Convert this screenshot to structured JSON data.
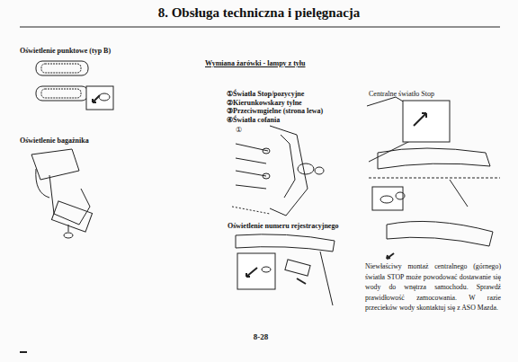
{
  "diagram": {
    "title": "8. Obsługa techniczna i pielęgnacja",
    "labels": [
      "Wymiana żarówki - lampy z tyłu",
      "Oświetlenie punktowe (typ B)",
      "Oświetlenie bagażnika",
      "①Światła Stop/pozycyjne",
      "②Kierunkowskazy tylne",
      "③Przeciwmgielne (strona lewa)",
      "④Światła cofania",
      "Centralne światło Stop",
      "Oświetlenie numeru rejestracyjnego",
      "Niewłaściwy montaż centralnego (górnego) światła STOP może powodować dostawanie się wody do wnętrza samochodu. Sprawdź prawidłowość zamocowania. W razie przecieków wody skontaktuj się z ASO Mazda.",
      "8-28",
      "①"
    ]
  }
}
